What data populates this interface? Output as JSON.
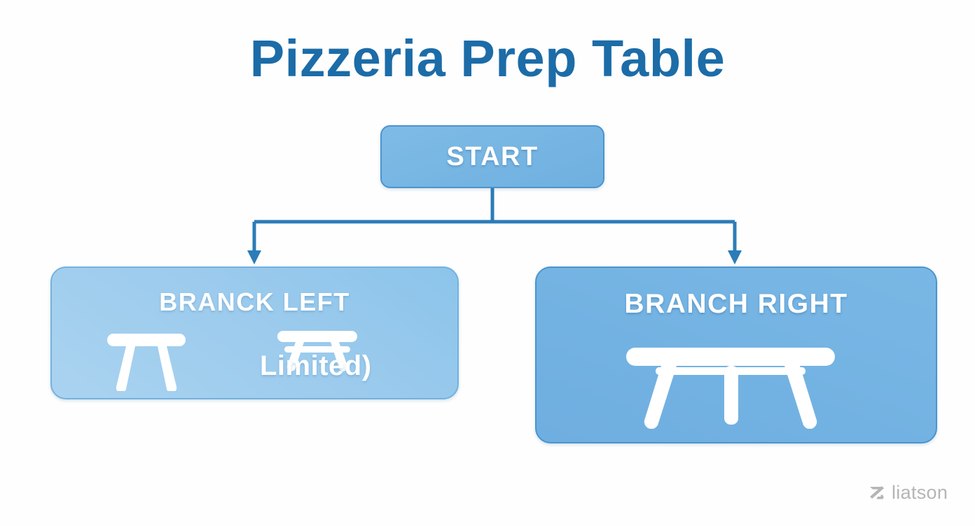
{
  "page": {
    "title": "Pizzeria Prep Table",
    "background_color": "#fefefe",
    "title_color": "#1c6ca8"
  },
  "diagram": {
    "type": "flowchart",
    "connector_color": "#2b7cb8",
    "nodes": [
      {
        "id": "start",
        "label": "START",
        "shape": "rounded-rectangle",
        "fill": "#74b5e3",
        "border": "#4b94cf",
        "text_color": "#ffffff"
      },
      {
        "id": "branch-left",
        "label": "BRANCK LEFT",
        "caption": "Limited)",
        "shape": "rounded-rectangle",
        "fill": "#9ccbed",
        "border": "#72b2e0",
        "text_color": "#ffffff",
        "icons": [
          "table-icon",
          "table-icon"
        ]
      },
      {
        "id": "branch-right",
        "label": "BRANCH RIGHT",
        "shape": "rounded-rectangle",
        "fill": "#74b4e3",
        "border": "#4b94cf",
        "text_color": "#ffffff",
        "icons": [
          "table-icon"
        ]
      }
    ],
    "edges": [
      {
        "from": "start",
        "to": "branch-left",
        "style": "orthogonal-arrow"
      },
      {
        "from": "start",
        "to": "branch-right",
        "style": "orthogonal-arrow"
      }
    ]
  },
  "watermark": {
    "text": "liatson",
    "color": "#9a9a9a"
  }
}
